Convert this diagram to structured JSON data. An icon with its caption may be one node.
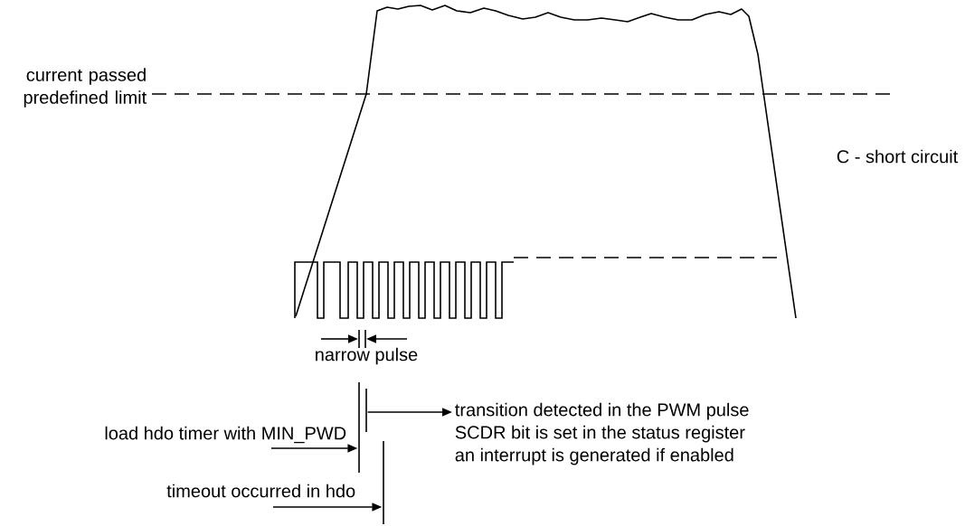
{
  "diagram": {
    "nodes": [
      {
        "text": [
          "load hdo timer with MIN_PWD"
        ]
      },
      {
        "text": [],
        "shape": "bar"
      },
      {
        "text": [
          "timeout occurred in hdo"
        ]
      },
      {
        "text": [],
        "shape": "bar"
      },
      {
        "text": [],
        "shape": "bar"
      },
      {
        "text": [
          "transition detected in the PWM pulse",
          "SCDR bit is set in the status register",
          "an interrupt is generated if enabled"
        ]
      }
    ],
    "edges": [
      {
        "from": 0,
        "to": 1,
        "arrow": "to"
      },
      {
        "from": 2,
        "to": 3,
        "arrow": "to"
      },
      {
        "from": 4,
        "to": 5,
        "arrow": "to"
      }
    ],
    "labels": [
      "current passed predefined limit",
      "C - short circuit",
      "narrow pulse"
    ]
  }
}
